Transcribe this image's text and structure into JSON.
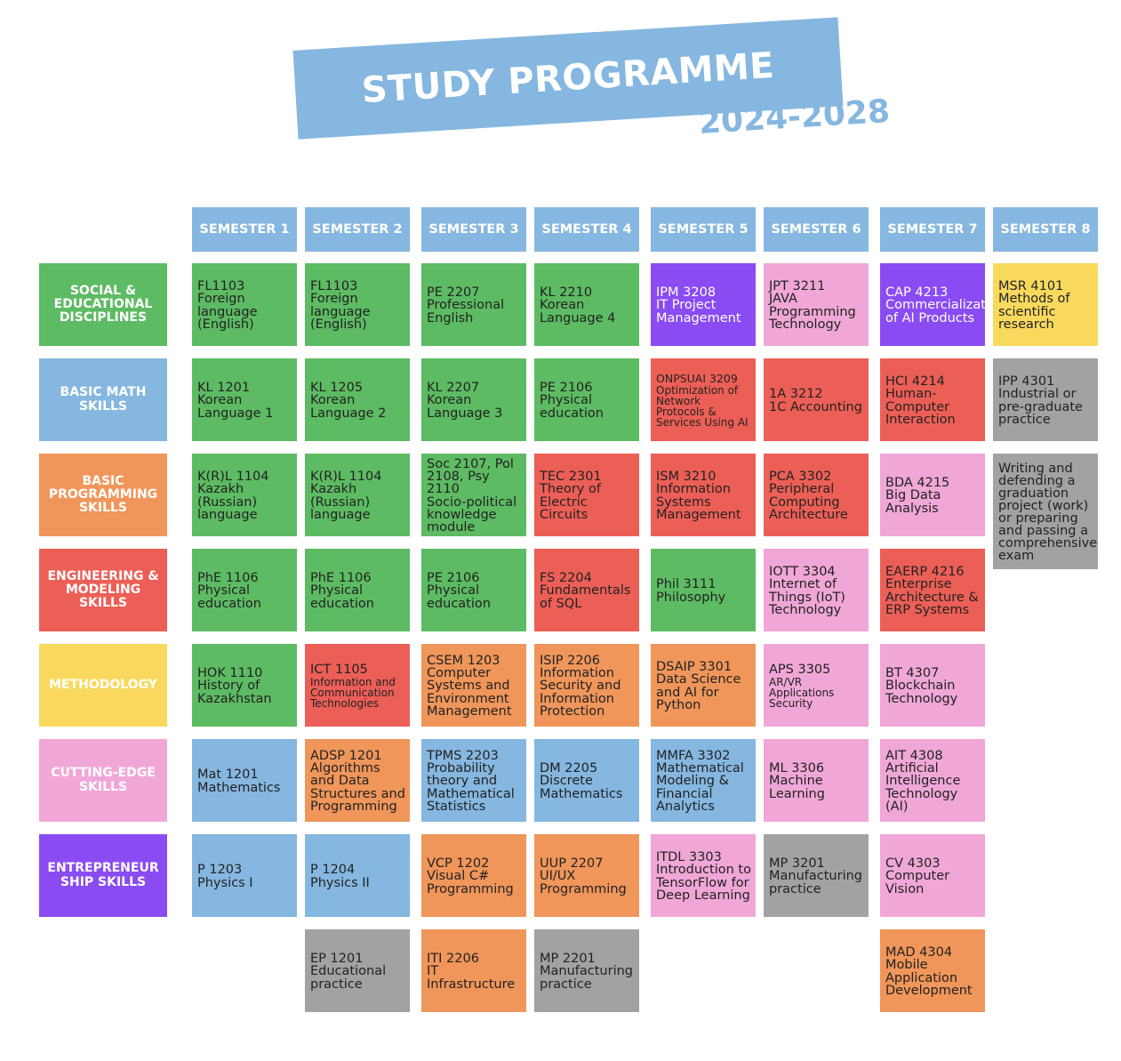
{
  "title": "STUDY PROGRAMME",
  "years": "2024-2028",
  "colors": {
    "green": "#5dbb63",
    "purple": "#8a4cf2",
    "pink": "#f0a7d8",
    "yellow": "#f8d95e",
    "grey": "#a3a1a1",
    "red": "#ec5f57",
    "orange": "#f0965a",
    "blue": "#85b7e0"
  },
  "semesters": [
    "SEMESTER 1",
    "SEMESTER 2",
    "SEMESTER 3",
    "SEMESTER 4",
    "SEMESTER 5",
    "SEMESTER 6",
    "SEMESTER 7",
    "SEMESTER 8"
  ],
  "categories": [
    {
      "label": "SOCIAL & EDUCATIONAL DISCIPLINES",
      "color": "green"
    },
    {
      "label": "BASIC MATH SKILLS",
      "color": "blue"
    },
    {
      "label": "BASIC PROGRAMMING SKILLS",
      "color": "orange"
    },
    {
      "label": "ENGINEERING & MODELING SKILLS",
      "color": "red"
    },
    {
      "label": "METHODOLOGY",
      "color": "yellow"
    },
    {
      "label": "CUTTING-EDGE SKILLS",
      "color": "pink"
    },
    {
      "label": "ENTREPRENEUR SHIP SKILLS",
      "color": "purple"
    }
  ],
  "courses": [
    {
      "semester": 1,
      "row": 0,
      "code": "FL1103",
      "name": "Foreign language (English)",
      "color": "green"
    },
    {
      "semester": 1,
      "row": 1,
      "code": "KL 1201",
      "name": "Korean Language 1",
      "color": "green"
    },
    {
      "semester": 1,
      "row": 2,
      "code": "K(R)L 1104",
      "name": "Kazakh (Russian) language",
      "color": "green"
    },
    {
      "semester": 1,
      "row": 3,
      "code": "PhE 1106",
      "name": "Physical education",
      "color": "green"
    },
    {
      "semester": 1,
      "row": 4,
      "code": "HOK 1110",
      "name": "History of Kazakhstan",
      "color": "green"
    },
    {
      "semester": 1,
      "row": 5,
      "code": "Mat 1201",
      "name": "Mathematics",
      "color": "blue"
    },
    {
      "semester": 1,
      "row": 6,
      "code": "P 1203",
      "name": "Physics I",
      "color": "blue"
    },
    {
      "semester": 2,
      "row": 0,
      "code": "FL1103",
      "name": "Foreign language (English)",
      "color": "green"
    },
    {
      "semester": 2,
      "row": 1,
      "code": "KL 1205",
      "name": "Korean Language 2",
      "color": "green"
    },
    {
      "semester": 2,
      "row": 2,
      "code": "K(R)L 1104",
      "name": "Kazakh (Russian) language",
      "color": "green"
    },
    {
      "semester": 2,
      "row": 3,
      "code": "PhE 1106",
      "name": "Physical education",
      "color": "green"
    },
    {
      "semester": 2,
      "row": 4,
      "code": "ICT 1105",
      "name": "Information and Communication Technologies",
      "color": "red",
      "size": "small"
    },
    {
      "semester": 2,
      "row": 5,
      "code": "ADSP 1201",
      "name": "Algorithms and Data Structures and Programming",
      "color": "orange"
    },
    {
      "semester": 2,
      "row": 6,
      "code": "P 1204",
      "name": "Physics II",
      "color": "blue"
    },
    {
      "semester": 2,
      "row": 7,
      "code": "EP 1201",
      "name": "Educational practice",
      "color": "grey"
    },
    {
      "semester": 3,
      "row": 0,
      "code": "PE 2207",
      "name": "Professional English",
      "color": "green"
    },
    {
      "semester": 3,
      "row": 1,
      "code": "KL 2207",
      "name": "Korean Language 3",
      "color": "green"
    },
    {
      "semester": 3,
      "row": 2,
      "code": "Soc 2107, Pol 2108, Psy 2110",
      "name": "Socio-political knowledge module",
      "color": "green"
    },
    {
      "semester": 3,
      "row": 3,
      "code": "PE 2106",
      "name": "Physical education",
      "color": "green"
    },
    {
      "semester": 3,
      "row": 4,
      "code": "CSEM 1203",
      "name": "Computer Systems and Environment Management",
      "color": "orange"
    },
    {
      "semester": 3,
      "row": 5,
      "code": "TPMS 2203",
      "name": "Probability theory and Mathematical Statistics",
      "color": "blue"
    },
    {
      "semester": 3,
      "row": 6,
      "code": "VCP 1202",
      "name": "Visual C# Programming",
      "color": "orange"
    },
    {
      "semester": 3,
      "row": 7,
      "code": "ITI 2206",
      "name": "IT Infrastructure",
      "color": "orange"
    },
    {
      "semester": 4,
      "row": 0,
      "code": "KL 2210",
      "name": "Korean Language 4",
      "color": "green"
    },
    {
      "semester": 4,
      "row": 1,
      "code": "PE 2106",
      "name": "Physical education",
      "color": "green"
    },
    {
      "semester": 4,
      "row": 2,
      "code": "TEC 2301",
      "name": "Theory of Electric Circuits",
      "color": "red"
    },
    {
      "semester": 4,
      "row": 3,
      "code": "FS 2204",
      "name": "Fundamentals of SQL",
      "color": "red"
    },
    {
      "semester": 4,
      "row": 4,
      "code": "ISIP 2206",
      "name": "Information Security and Information Protection",
      "color": "orange"
    },
    {
      "semester": 4,
      "row": 5,
      "code": "DM 2205",
      "name": "Discrete Mathematics",
      "color": "blue"
    },
    {
      "semester": 4,
      "row": 6,
      "code": "UUP 2207",
      "name": "UI/UX Programming",
      "color": "orange"
    },
    {
      "semester": 4,
      "row": 7,
      "code": "MP 2201",
      "name": "Manufacturing practice",
      "color": "grey"
    },
    {
      "semester": 5,
      "row": 0,
      "code": "IPM 3208",
      "name": "IT Project Management",
      "color": "purple"
    },
    {
      "semester": 5,
      "row": 1,
      "code": "ONPSUAI 3209",
      "name": "Optimization of Network Protocols & Services Using AI",
      "color": "red",
      "size": "xsmall"
    },
    {
      "semester": 5,
      "row": 2,
      "code": "ISM 3210",
      "name": "Information Systems Management",
      "color": "red"
    },
    {
      "semester": 5,
      "row": 3,
      "code": "Phil 3111",
      "name": "Philosophy",
      "color": "green"
    },
    {
      "semester": 5,
      "row": 4,
      "code": "DSAIP 3301",
      "name": "Data Science and AI for Python",
      "color": "orange"
    },
    {
      "semester": 5,
      "row": 5,
      "code": "MMFA 3302",
      "name": "Mathematical Modeling & Financial Analytics",
      "color": "blue"
    },
    {
      "semester": 5,
      "row": 6,
      "code": "ITDL 3303",
      "name": "Introduction to TensorFlow for Deep Learning",
      "color": "pink"
    },
    {
      "semester": 6,
      "row": 0,
      "code": "JPT 3211",
      "name": "JAVA Programming Technology",
      "color": "pink"
    },
    {
      "semester": 6,
      "row": 1,
      "code": "1A 3212",
      "name": "1C Accounting",
      "color": "red"
    },
    {
      "semester": 6,
      "row": 2,
      "code": "PCA 3302",
      "name": "Peripheral Computing Architecture",
      "color": "red"
    },
    {
      "semester": 6,
      "row": 3,
      "code": "IOTT 3304",
      "name": "Internet of Things (IoT) Technology",
      "color": "pink"
    },
    {
      "semester": 6,
      "row": 4,
      "code": "APS 3305",
      "name": "AR/VR Applications Security",
      "color": "pink",
      "size": "small"
    },
    {
      "semester": 6,
      "row": 5,
      "code": "ML 3306",
      "name": "Machine Learning",
      "color": "pink"
    },
    {
      "semester": 6,
      "row": 6,
      "code": "MP 3201",
      "name": "Manufacturing practice",
      "color": "grey"
    },
    {
      "semester": 7,
      "row": 0,
      "code": "CAP 4213",
      "name": "Commercialization of AI Products",
      "color": "purple"
    },
    {
      "semester": 7,
      "row": 1,
      "code": "HCI 4214",
      "name": "Human-Computer Interaction",
      "color": "red"
    },
    {
      "semester": 7,
      "row": 2,
      "code": "BDA 4215",
      "name": "Big Data Analysis",
      "color": "pink"
    },
    {
      "semester": 7,
      "row": 3,
      "code": "EAERP 4216",
      "name": "Enterprise Architecture & ERP Systems",
      "color": "red"
    },
    {
      "semester": 7,
      "row": 4,
      "code": "BT 4307",
      "name": "Blockchain Technology",
      "color": "pink"
    },
    {
      "semester": 7,
      "row": 5,
      "code": "AIT 4308",
      "name": "Artificial Intelligence Technology (AI)",
      "color": "pink"
    },
    {
      "semester": 7,
      "row": 6,
      "code": "CV 4303",
      "name": "Computer Vision",
      "color": "pink"
    },
    {
      "semester": 7,
      "row": 7,
      "code": "MAD 4304",
      "name": "Mobile Application Development",
      "color": "orange"
    },
    {
      "semester": 8,
      "row": 0,
      "code": "MSR 4101",
      "name": "Methods of scientific research",
      "color": "yellow"
    },
    {
      "semester": 8,
      "row": 1,
      "code": "IPP 4301",
      "name": "Industrial or pre-graduate practice",
      "color": "grey"
    },
    {
      "semester": 8,
      "row": 2,
      "code": "",
      "name": "Writing and defending a graduation project (work) or preparing and passing a comprehensive exam",
      "color": "grey",
      "span": "tall"
    }
  ]
}
